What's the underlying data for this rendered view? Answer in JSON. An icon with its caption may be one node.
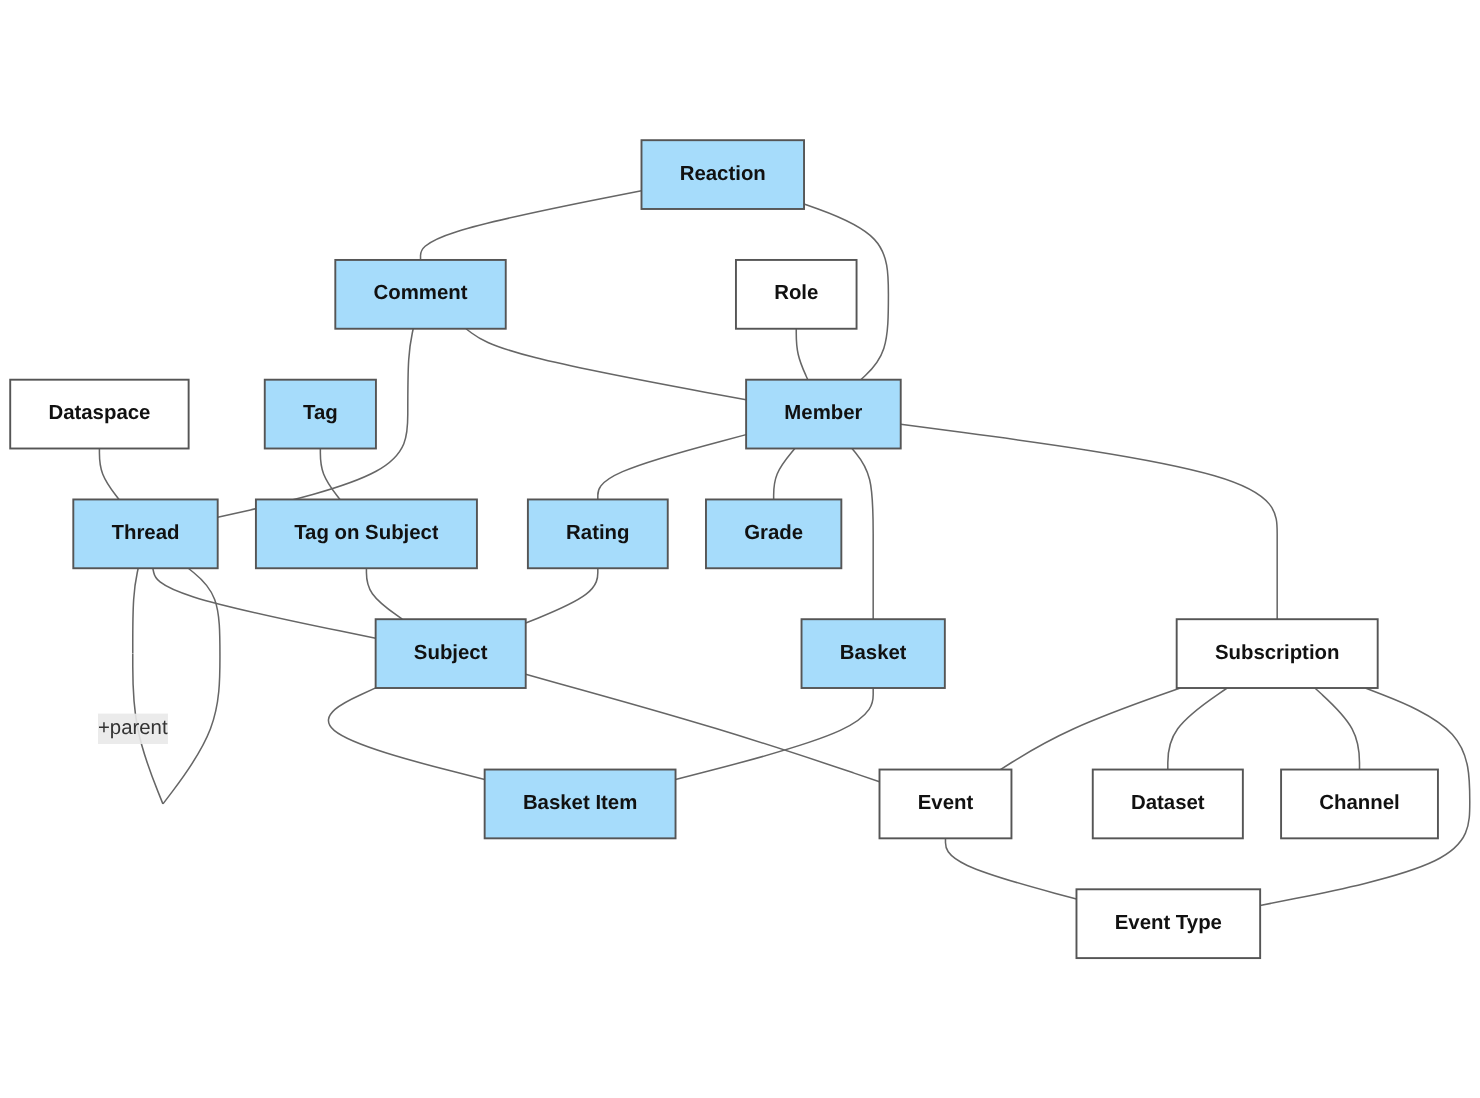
{
  "diagram": {
    "nodes": [
      {
        "text": [
          "Dataspace"
        ]
      },
      {
        "text": [
          "Tag"
        ]
      },
      {
        "text": [
          "Reaction"
        ]
      },
      {
        "text": [
          "Comment"
        ]
      },
      {
        "text": [
          "Thread"
        ]
      },
      {
        "text": [
          "Tag on Subject"
        ]
      },
      {
        "text": [
          "Role"
        ]
      },
      {
        "text": [
          "Member"
        ]
      },
      {
        "text": [
          "Rating"
        ]
      },
      {
        "text": [
          "Subject"
        ]
      },
      {
        "text": [
          "Grade"
        ]
      },
      {
        "text": [
          "Basket"
        ]
      },
      {
        "text": [
          "Basket Item"
        ]
      },
      {
        "text": [
          "Subscription"
        ]
      },
      {
        "text": [
          "Event"
        ]
      },
      {
        "text": [
          "Dataset"
        ]
      },
      {
        "text": [
          "Channel"
        ]
      },
      {
        "text": [
          "Event Type"
        ]
      }
    ],
    "edges": [
      {
        "from": 0,
        "to": 4,
        "arrow": "none"
      },
      {
        "from": 1,
        "to": 5,
        "arrow": "none"
      },
      {
        "from": 2,
        "to": 3,
        "arrow": "none"
      },
      {
        "from": 3,
        "to": 4,
        "arrow": "none"
      },
      {
        "from": 4,
        "to": 4,
        "arrow": "none",
        "label": "+parent"
      },
      {
        "from": 2,
        "to": 7,
        "arrow": "none"
      },
      {
        "from": 3,
        "to": 7,
        "arrow": "none"
      },
      {
        "from": 6,
        "to": 7,
        "arrow": "none"
      },
      {
        "from": 7,
        "to": 8,
        "arrow": "none"
      },
      {
        "from": 8,
        "to": 9,
        "arrow": "none"
      },
      {
        "from": 4,
        "to": 9,
        "arrow": "none"
      },
      {
        "from": 5,
        "to": 9,
        "arrow": "none"
      },
      {
        "from": 7,
        "to": 10,
        "arrow": "none"
      },
      {
        "from": 7,
        "to": 11,
        "arrow": "none"
      },
      {
        "from": 11,
        "to": 12,
        "arrow": "none"
      },
      {
        "from": 9,
        "to": 12,
        "arrow": "none"
      },
      {
        "from": 7,
        "to": 13,
        "arrow": "none"
      },
      {
        "from": 9,
        "to": 14,
        "arrow": "none"
      },
      {
        "from": 13,
        "to": 14,
        "arrow": "none"
      },
      {
        "from": 13,
        "to": 15,
        "arrow": "none"
      },
      {
        "from": 13,
        "to": 16,
        "arrow": "none"
      },
      {
        "from": 13,
        "to": 17,
        "arrow": "none"
      },
      {
        "from": 14,
        "to": 17,
        "arrow": "none"
      }
    ]
  }
}
